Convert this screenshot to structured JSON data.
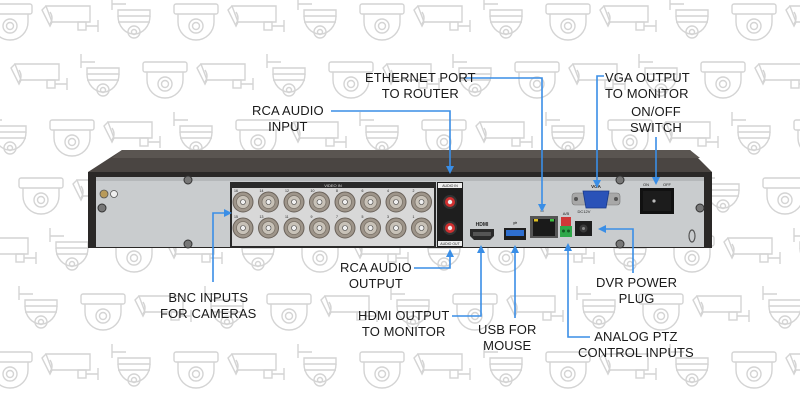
{
  "diagram": {
    "subject": "DVR rear panel connections",
    "accent_color": "#3a8ee6",
    "background_pattern": "security-camera-outline-icons",
    "labels": [
      {
        "id": "ethernet",
        "lines": [
          "ETHERNET PORT",
          "TO ROUTER"
        ],
        "target": "ethernet-port"
      },
      {
        "id": "vga",
        "lines": [
          "VGA OUTPUT",
          "TO MONITOR"
        ],
        "target": "vga-port"
      },
      {
        "id": "rca-input",
        "lines": [
          "RCA AUDIO",
          "INPUT"
        ],
        "target": "rca-audio-in"
      },
      {
        "id": "onoff",
        "lines": [
          "ON/OFF",
          "SWITCH"
        ],
        "target": "power-switch"
      },
      {
        "id": "bnc",
        "lines": [
          "BNC INPUTS",
          "FOR CAMERAS"
        ],
        "target": "bnc-inputs"
      },
      {
        "id": "rca-output",
        "lines": [
          "RCA AUDIO",
          "OUTPUT"
        ],
        "target": "rca-audio-out"
      },
      {
        "id": "hdmi",
        "lines": [
          "HDMI OUTPUT",
          "TO MONITOR"
        ],
        "target": "hdmi-port"
      },
      {
        "id": "usb",
        "lines": [
          "USB FOR",
          "MOUSE"
        ],
        "target": "usb-port"
      },
      {
        "id": "dvr-power",
        "lines": [
          "DVR POWER",
          "PLUG"
        ],
        "target": "dc-power-jack"
      },
      {
        "id": "ptz",
        "lines": [
          "ANALOG PTZ",
          "CONTROL INPUTS"
        ],
        "target": "ptz-terminal"
      }
    ],
    "panel_markings": {
      "video_in": "VIDEO IN",
      "audio_in": "AUDIO IN",
      "audio_out": "AUDIO OUT",
      "hdmi": "HDMI",
      "vga": "VGA",
      "switch_on": "ON",
      "switch_off": "OFF",
      "ptz": "A/B",
      "dc": "DC12V",
      "bnc_top_numbers": [
        "16",
        "14",
        "12",
        "10",
        "8",
        "6",
        "4",
        "2"
      ],
      "bnc_bottom_numbers": [
        "15",
        "13",
        "11",
        "9",
        "7",
        "5",
        "3",
        "1"
      ]
    }
  }
}
